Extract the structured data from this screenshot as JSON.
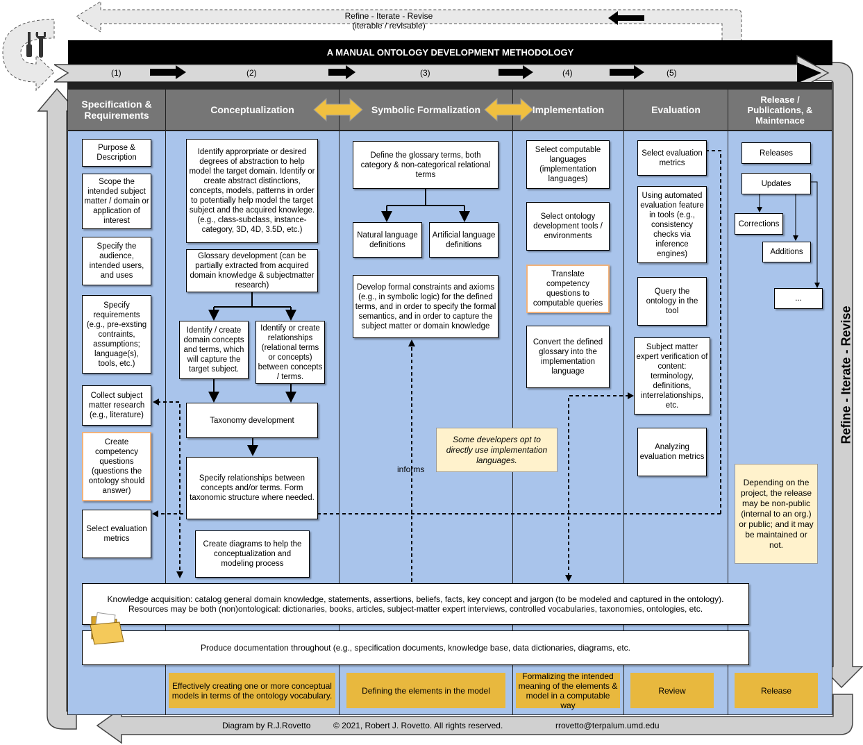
{
  "title": "A MANUAL ONTOLOGY DEVELOPMENT METHODOLOGY",
  "top_loop": {
    "line1": "Refine - Iterate - Revise",
    "line2": "(iterable / revisable)"
  },
  "side_label": "Refine - Iterate - Revise",
  "steps": [
    "(1)",
    "(2)",
    "(3)",
    "(4)",
    "(5)"
  ],
  "columns": [
    "Specification & Requirements",
    "Conceptualization",
    "Symbolic Formalization",
    "Implementation",
    "Evaluation",
    "Release / Publications, & Maintenace"
  ],
  "col1": [
    "Purpose & Description",
    "Scope the intended subject matter / domain or application of interest",
    "Specify the audience, intended users, and uses",
    "Specify requirements (e.g., pre-exsting contraints, assumptions; language(s), tools, etc.)",
    "Collect subject matter research (e.g., literature)",
    "Create competency questions (questions the ontology should answer)",
    "Select evaluation metrics"
  ],
  "col2": [
    "Identify approrpriate or desired degrees of abstraction to help model the target domain. Identify or create abstract distinctions, concepts, models, patterns in order to potentially help model the target subject and the acquired knowlege. (e.g., class-subclass, instance-category, 3D, 4D, 3.5D, etc.)",
    "Glossary development (can be partially extracted from acquired domain knowledge & subjectmatter research)",
    "Identify / create domain concepts and terms, which will capture the target subject.",
    "Identify or create relationships (relational terms or concepts) between concepts / terms.",
    "Taxonomy development",
    "Specify relationships between concepts and/or terms. Form taxonomic structure where needed.",
    "Create diagrams to help the conceptualization and modeling process"
  ],
  "col3": [
    "Define the glossary terms, both category & non-categorical relational terms",
    "Natural language definitions",
    "Artificial language definitions",
    "Develop formal constraints and axioms (e.g., in symbolic logic) for the defined terms, and in order to specify the formal semantics, and in order to capture the subject matter or domain knowledge"
  ],
  "col4": [
    "Select computable languages (implementation languages)",
    "Select ontology development tools / environments",
    "Translate competency questions to computable queries",
    "Convert the defined glossary into the implementation language"
  ],
  "col5": [
    "Select evaluation metrics",
    "Using automated evaluation feature in tools (e.g., consistency checks via inference engines)",
    "Query the ontology in the tool",
    "Subject matter expert verification of content: terminology, definitions, interrelationships, etc.",
    "Analyzing evaluation metrics"
  ],
  "col6": [
    "Releases",
    "Updates",
    "Corrections",
    "Additions",
    "..."
  ],
  "note_impl": "Some developers opt to directly use implementation languages.",
  "note_release": "Depending on the project, the release may be non-public (internal to an org.) or public; and it may be maintained or not.",
  "informs": "informs",
  "knowledge": "Knowledge acquisition: catalog general domain knowledge, statements, assertions, beliefs, facts, key concept and jargon (to be modeled and captured in the ontology). Resources may be both (non)ontological: dictionaries, books, articles, subject-matter expert interviews, controlled vocabularies, taxonomies, ontologies, etc.",
  "documentation": "Produce documentation throughout (e.g., specification documents, knowledge base, data dictionaries, diagrams, etc.",
  "summaries": [
    "Effectively creating one or more conceptual models in terms of the ontology vocabulary.",
    "Defining the elements in the model",
    "Formalizing the intended meaning of the elements & model in a computable way",
    "Review",
    "Release"
  ],
  "footer": {
    "credit": "Diagram by R.J.Rovetto",
    "copyright": "© 2021, Robert J. Rovetto. All rights reserved.",
    "email": "rrovetto@terpalum.umd.edu"
  },
  "colors": {
    "column_body": "#a9c4eb",
    "column_header": "#767676",
    "summary": "#e8b83e",
    "note": "#fff2cc",
    "loop_arrow": "#d0d0d0"
  }
}
